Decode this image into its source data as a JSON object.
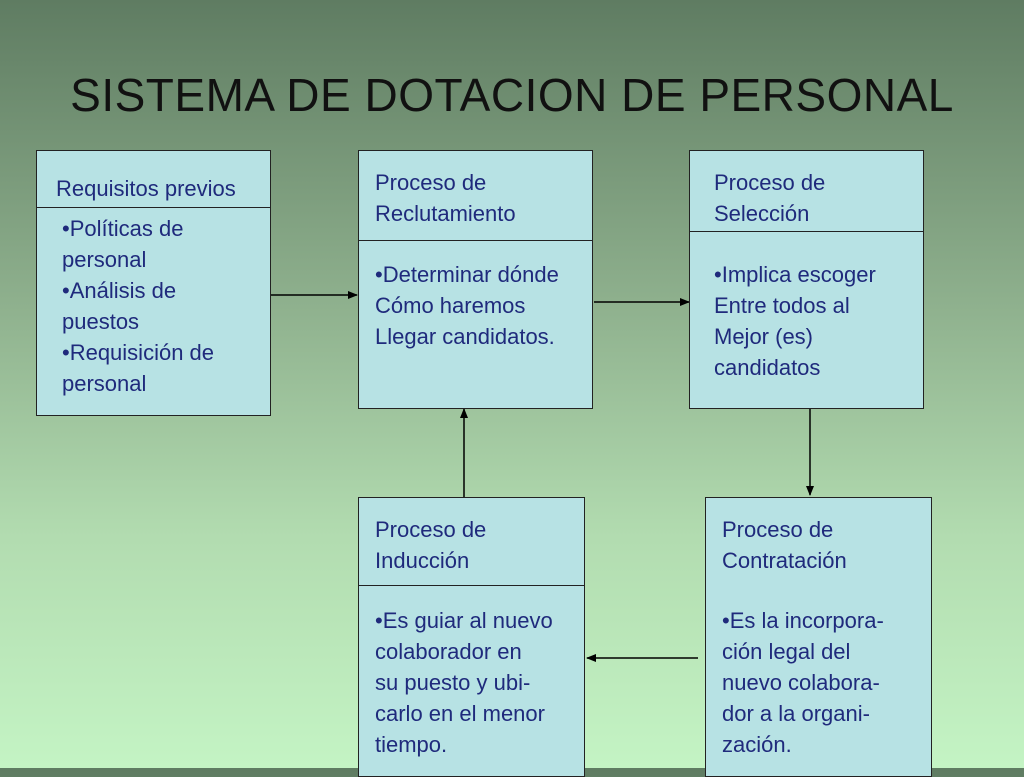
{
  "title": "SISTEMA DE DOTACION DE PERSONAL",
  "boxes": {
    "requisitos": {
      "heading": [
        "Requisitos previos"
      ],
      "lines": [
        "•Políticas de",
        "personal",
        "•Análisis de",
        "puestos",
        "•Requisición de",
        "personal"
      ]
    },
    "reclutamiento": {
      "heading": [
        "Proceso de",
        "Reclutamiento"
      ],
      "lines": [
        "•Determinar dónde",
        "Cómo haremos",
        "Llegar candidatos."
      ]
    },
    "seleccion": {
      "heading": [
        "Proceso de",
        "Selección"
      ],
      "lines": [
        "•Implica escoger",
        "Entre todos al",
        "Mejor (es)",
        "candidatos"
      ]
    },
    "induccion": {
      "heading": [
        "Proceso de",
        "Inducción"
      ],
      "lines": [
        "•Es guiar al nuevo",
        "colaborador en",
        "su puesto y ubi-",
        "carlo en el menor",
        "tiempo."
      ]
    },
    "contratacion": {
      "heading": [
        "Proceso de",
        "Contratación"
      ],
      "lines": [
        "•Es la incorpora-",
        "ción legal del",
        "nuevo colabora-",
        "dor a la organi-",
        "zación."
      ]
    }
  }
}
